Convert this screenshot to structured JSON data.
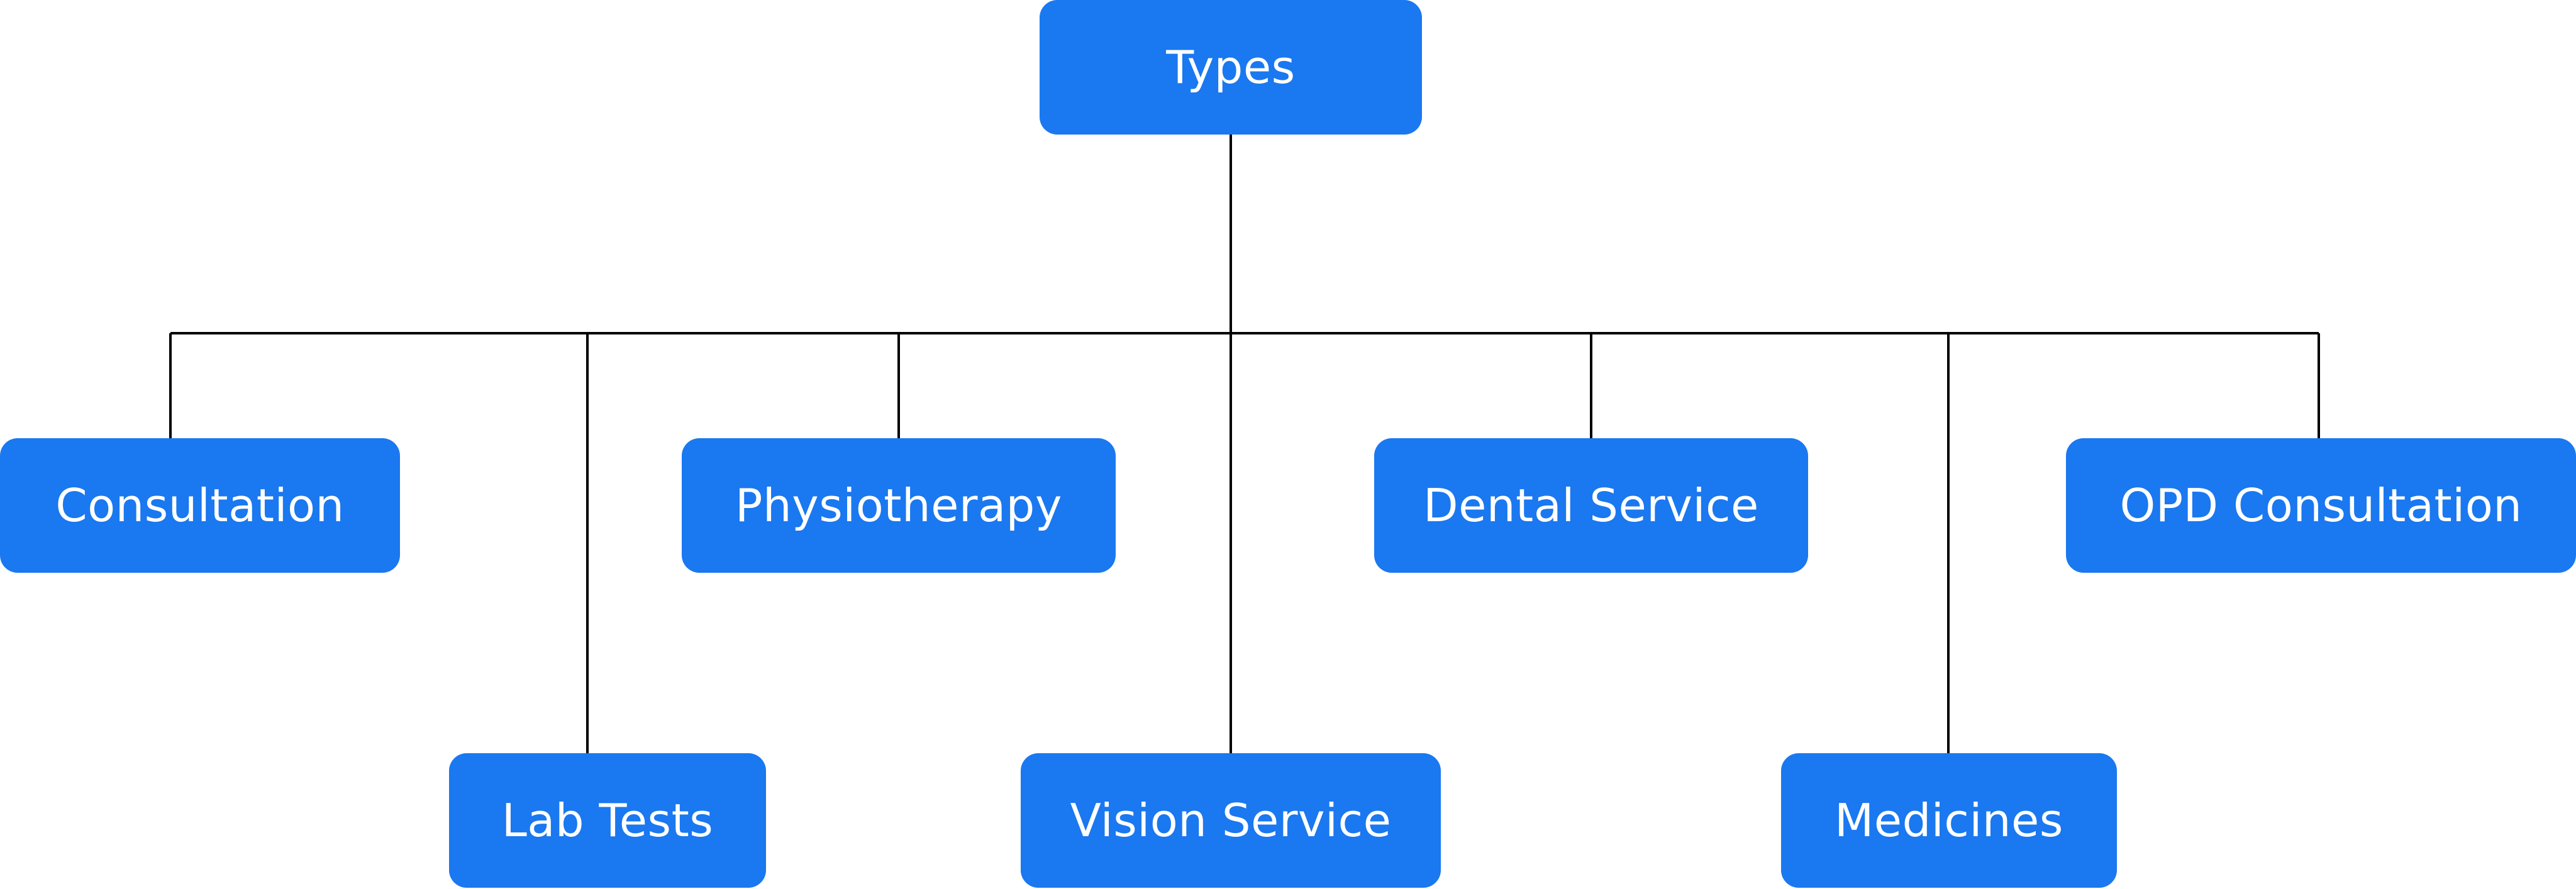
{
  "diagram": {
    "root": {
      "label": "Types"
    },
    "children": [
      {
        "label": "Consultation"
      },
      {
        "label": "Lab Tests"
      },
      {
        "label": "Physiotherapy"
      },
      {
        "label": "Vision Service"
      },
      {
        "label": "Dental Service"
      },
      {
        "label": "Medicines"
      },
      {
        "label": "OPD Consultation"
      }
    ]
  },
  "colors": {
    "node_fill": "#1a78f0",
    "node_text": "#ffffff",
    "connector": "#000000",
    "background": "#ffffff"
  }
}
